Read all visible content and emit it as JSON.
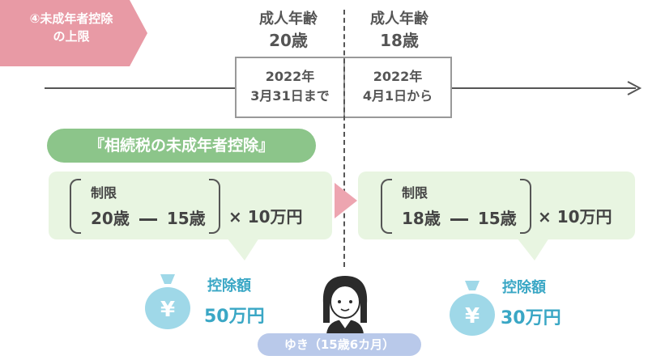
{
  "tag": {
    "line1": "④未成年者控除",
    "line2": "の上限"
  },
  "headers": {
    "left": {
      "line1": "成人年齢",
      "line2": "20歳"
    },
    "right": {
      "line1": "成人年齢",
      "line2": "18歳"
    }
  },
  "dates": {
    "left": {
      "line1": "2022年",
      "line2": "3月31日まで"
    },
    "right": {
      "line1": "2022年",
      "line2": "4月1日から"
    }
  },
  "section_title": "『相続税の未成年者控除』",
  "formulas": {
    "left": {
      "limit_label": "制限",
      "from": "20歳",
      "to": "15歳",
      "multiplier": "× 10万円"
    },
    "right": {
      "limit_label": "制限",
      "from": "18歳",
      "to": "15歳",
      "multiplier": "× 10万円"
    }
  },
  "deductions": {
    "left": {
      "label": "控除額",
      "value": "50万円"
    },
    "right": {
      "label": "控除額",
      "value": "30万円"
    }
  },
  "person_label": "ゆき（15歳6カ月）",
  "icons": {
    "yen_bag": "yen-bag-icon",
    "girl": "girl-avatar-icon"
  },
  "colors": {
    "tag": "#e89aa5",
    "pill": "#8cc58a",
    "panel": "#e8f5e1",
    "accent": "#3aa7c5",
    "badge": "#b9c9ea"
  }
}
